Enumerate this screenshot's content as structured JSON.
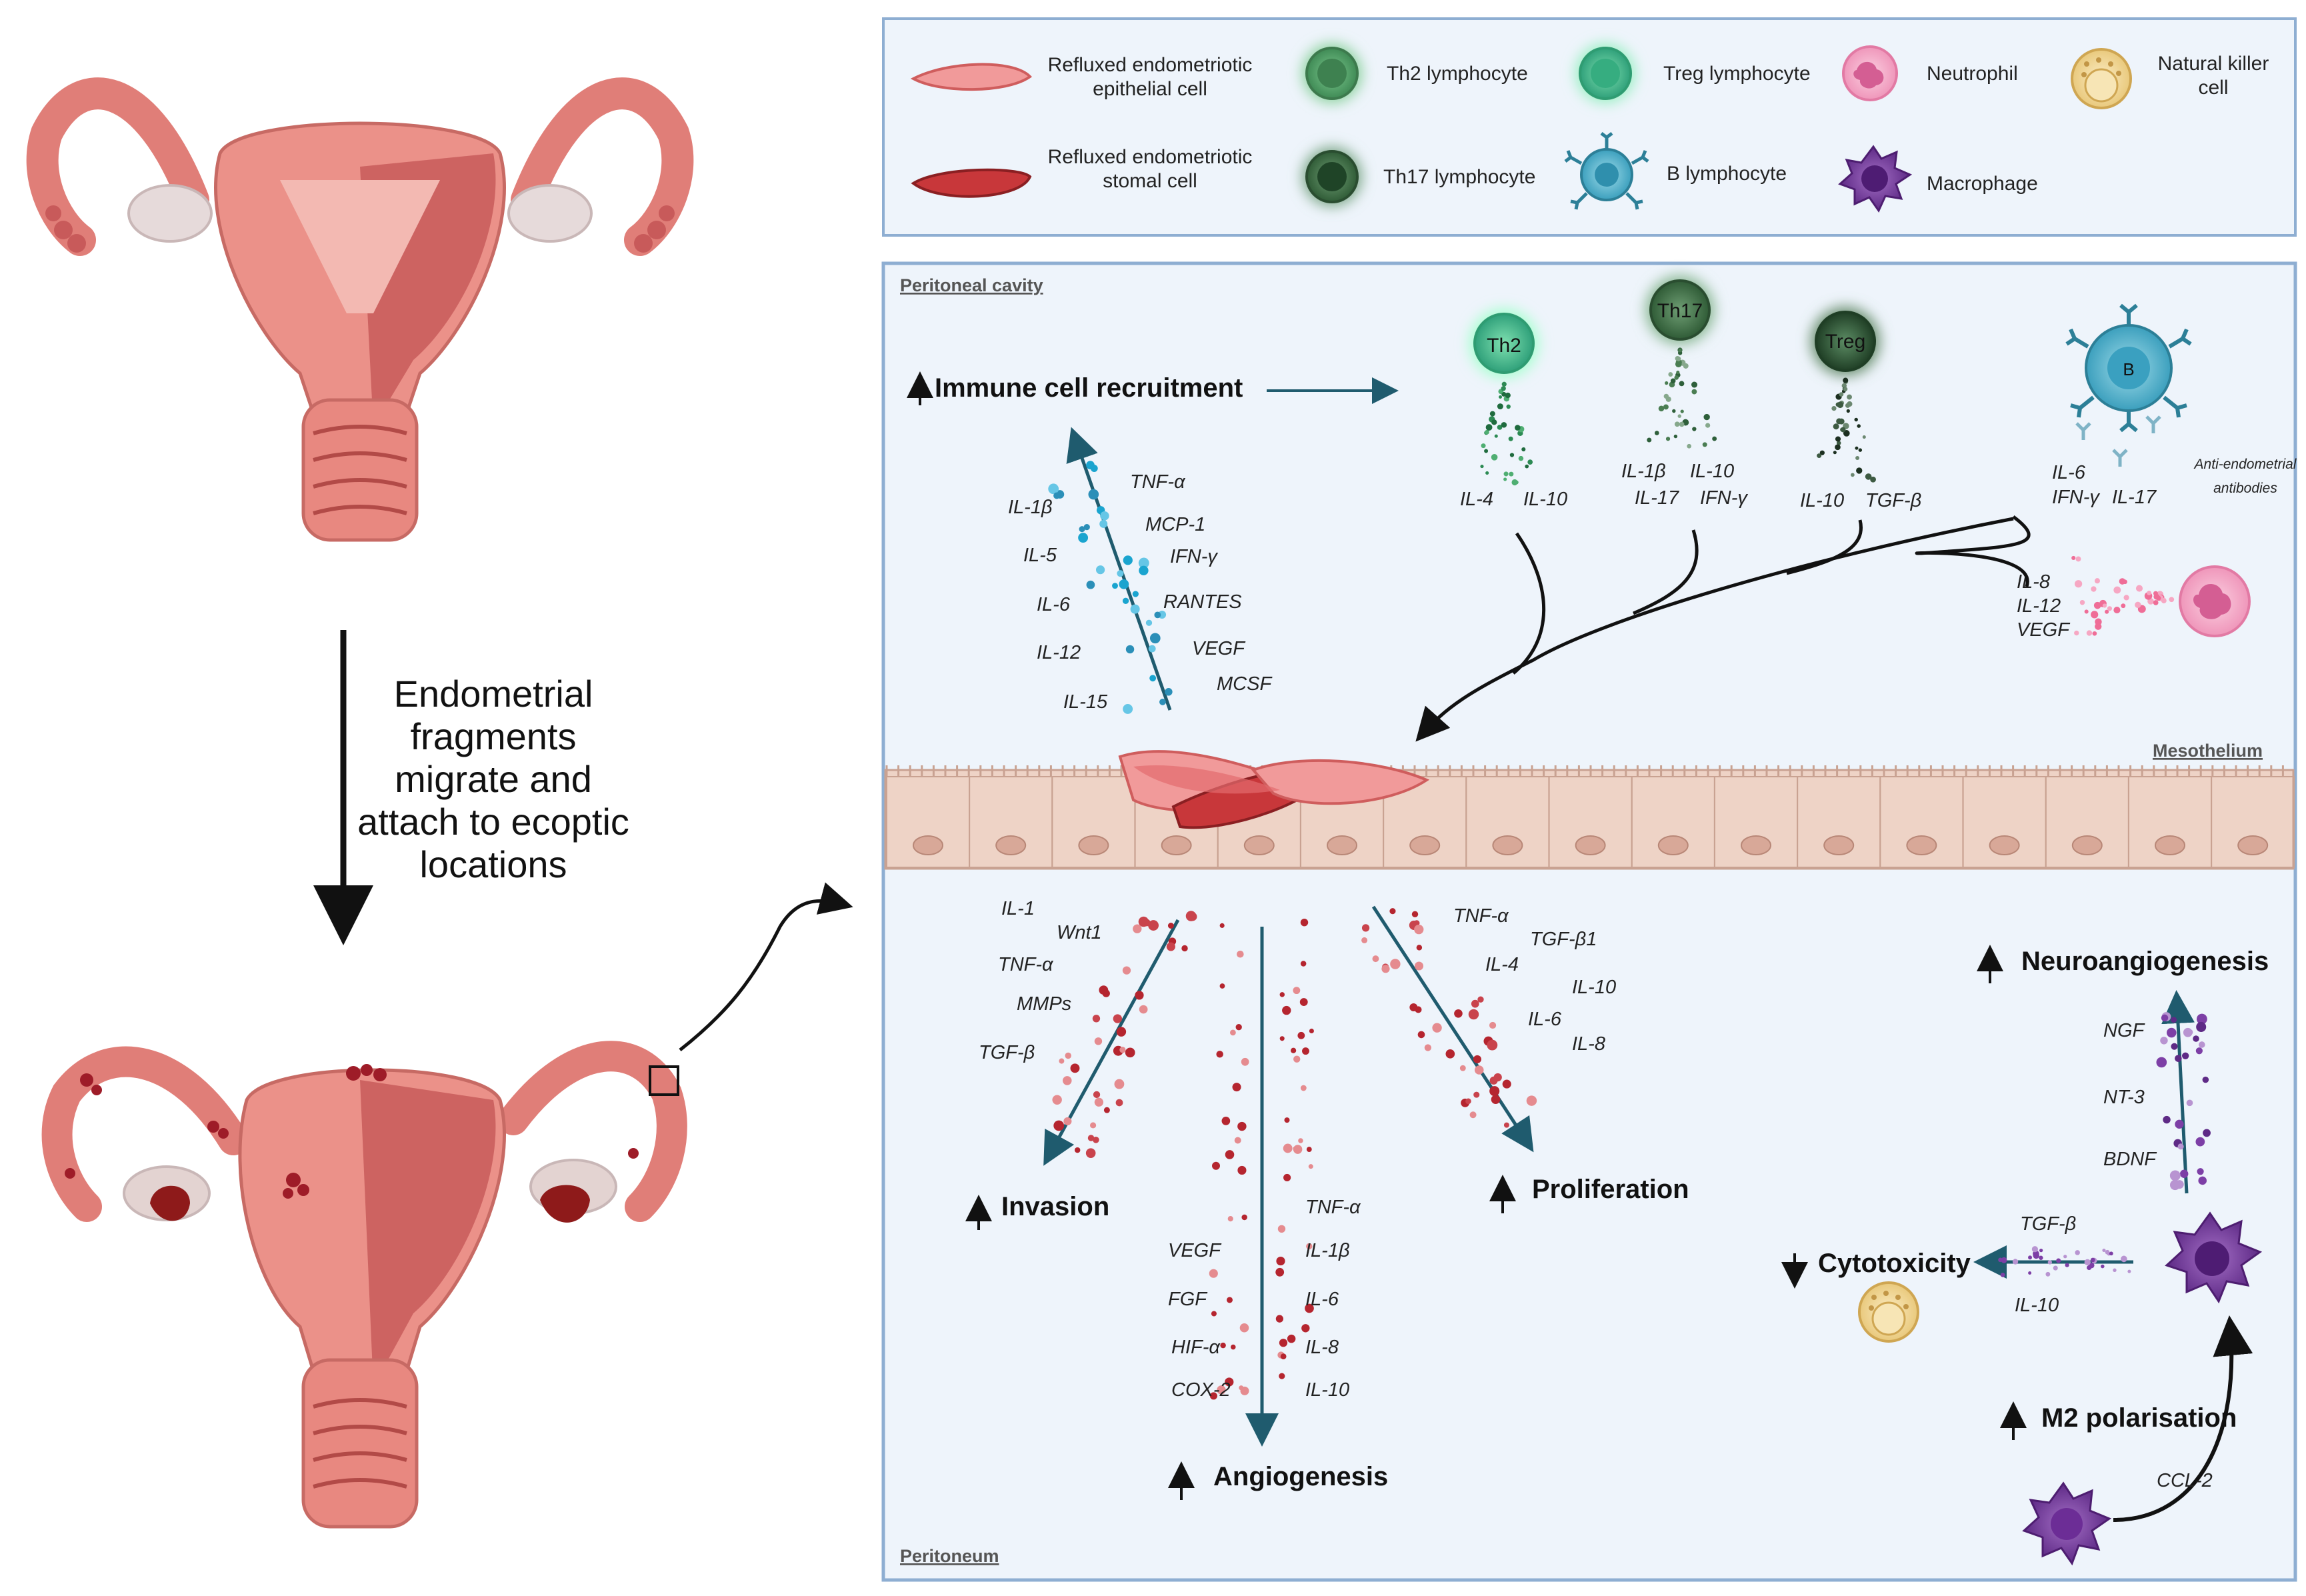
{
  "legend": {
    "epithelial": "Refluxed endometriotic epithelial cell",
    "stromal": "Refluxed endometriotic stomal cell",
    "th2": "Th2 lymphocyte",
    "th17": "Th17 lymphocyte",
    "treg": "Treg lymphocyte",
    "b": "B lymphocyte",
    "neutrophil": "Neutrophil",
    "macrophage": "Macrophage",
    "nk": "Natural killer cell"
  },
  "left": {
    "migration_text": [
      "Endometrial",
      "fragments",
      "migrate and",
      "attach to ecoptic",
      "locations"
    ]
  },
  "panel": {
    "peritoneal_cavity": "Peritoneal cavity",
    "mesothelium": "Mesothelium",
    "peritoneum": "Peritoneum"
  },
  "recruitment": {
    "title": "Immune cell recruitment",
    "left_cytokines": [
      "IL-1β",
      "IL-5",
      "IL-6",
      "IL-12",
      "IL-15"
    ],
    "right_cytokines": [
      "TNF-α",
      "MCP-1",
      "IFN-γ",
      "RANTES",
      "VEGF",
      "MCSF"
    ]
  },
  "cells": {
    "th2": {
      "label": "Th2",
      "cytokines": [
        "IL-4",
        "IL-10"
      ]
    },
    "th17": {
      "label": "Th17",
      "cytokines": [
        "IL-1β",
        "IL-10",
        "IL-17",
        "IFN-γ"
      ]
    },
    "treg": {
      "label": "Treg",
      "cytokines": [
        "IL-10",
        "TGF-β"
      ]
    },
    "b": {
      "label": "B",
      "cytokines": [
        "IL-6",
        "IFN-γ",
        "IL-17"
      ],
      "antibodies": "Anti-endometrial antibodies"
    },
    "neutrophil": {
      "cytokines": [
        "IL-8",
        "IL-12",
        "VEGF"
      ]
    }
  },
  "invasion": {
    "title": "Invasion",
    "cytokines": [
      "IL-1",
      "Wnt1",
      "TNF-α",
      "MMPs",
      "TGF-β"
    ]
  },
  "angiogenesis": {
    "title": "Angiogenesis",
    "left_cytokines": [
      "VEGF",
      "FGF",
      "HIF-α",
      "COX-2"
    ],
    "right_cytokines": [
      "TNF-α",
      "IL-1β",
      "IL-6",
      "IL-8",
      "IL-10"
    ]
  },
  "proliferation": {
    "title": "Proliferation",
    "cytokines": [
      "TNF-α",
      "TGF-β1",
      "IL-4",
      "IL-10",
      "IL-6",
      "IL-8"
    ]
  },
  "neuroangiogenesis": {
    "title": "Neuroangiogenesis",
    "cytokines": [
      "NGF",
      "NT-3",
      "BDNF"
    ]
  },
  "cytotoxicity": {
    "title": "Cytotoxicity",
    "cytokines": [
      "TGF-β",
      "IL-10"
    ]
  },
  "m2": {
    "title": "M2 polarisation",
    "cytokine": "CCL-2"
  },
  "colors": {
    "panel_bg": "#eef4fb",
    "panel_border": "#8eaed2",
    "arrow_teal": "#1f5b6e",
    "uterus_pink": "#e8857f",
    "uterus_dark": "#b34a4a",
    "th2_green": "#5aa776",
    "th17_green": "#3f7d4f",
    "treg_green": "#2e5f3a",
    "b_blue": "#52b4cf",
    "neutrophil_pink": "#f4a3c1",
    "macrophage_purple": "#7d3fa6",
    "nk_yellow": "#f3dba0"
  }
}
